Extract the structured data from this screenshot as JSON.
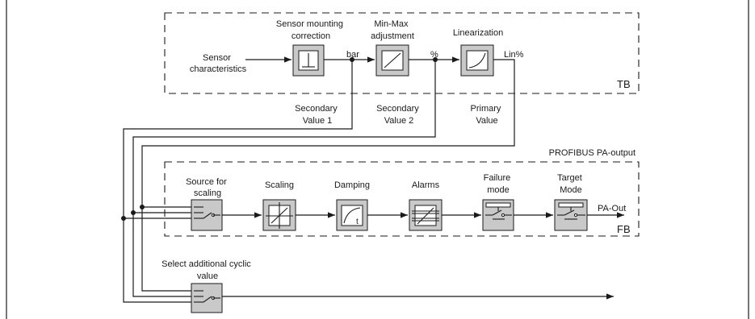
{
  "tb": {
    "tag": "TB",
    "input_label": [
      "Sensor",
      "characteristics"
    ],
    "blocks": [
      {
        "label": [
          "Sensor mounting",
          "correction"
        ],
        "symbol": "mounting-correction-icon"
      },
      {
        "label": [
          "Min-Max",
          "adjustment"
        ],
        "symbol": "linear-ramp-icon"
      },
      {
        "label": [
          "Linearization"
        ],
        "symbol": "curve-icon"
      }
    ],
    "units": [
      "bar",
      "%",
      "Lin%"
    ],
    "outputs": [
      [
        "Secondary",
        "Value 1"
      ],
      [
        "Secondary",
        "Value 2"
      ],
      [
        "Primary",
        "Value"
      ]
    ]
  },
  "fb": {
    "tag": "FB",
    "title": "PROFIBUS PA-output",
    "output_label": "PA-Out",
    "blocks": [
      {
        "label": [
          "Source for",
          "scaling"
        ],
        "symbol": "selector-switch-icon"
      },
      {
        "label": [
          "Scaling"
        ],
        "symbol": "scaling-icon"
      },
      {
        "label": [
          "Damping"
        ],
        "symbol": "damping-curve-icon",
        "sub": "t"
      },
      {
        "label": [
          "Alarms"
        ],
        "symbol": "alarm-limits-icon"
      },
      {
        "label": [
          "Failure",
          "mode"
        ],
        "symbol": "failure-switch-icon"
      },
      {
        "label": [
          "Target",
          "Mode"
        ],
        "symbol": "target-switch-icon"
      }
    ]
  },
  "cyclic": {
    "label": [
      "Select additional cyclic",
      "value"
    ],
    "symbol": "selector-switch-icon"
  }
}
